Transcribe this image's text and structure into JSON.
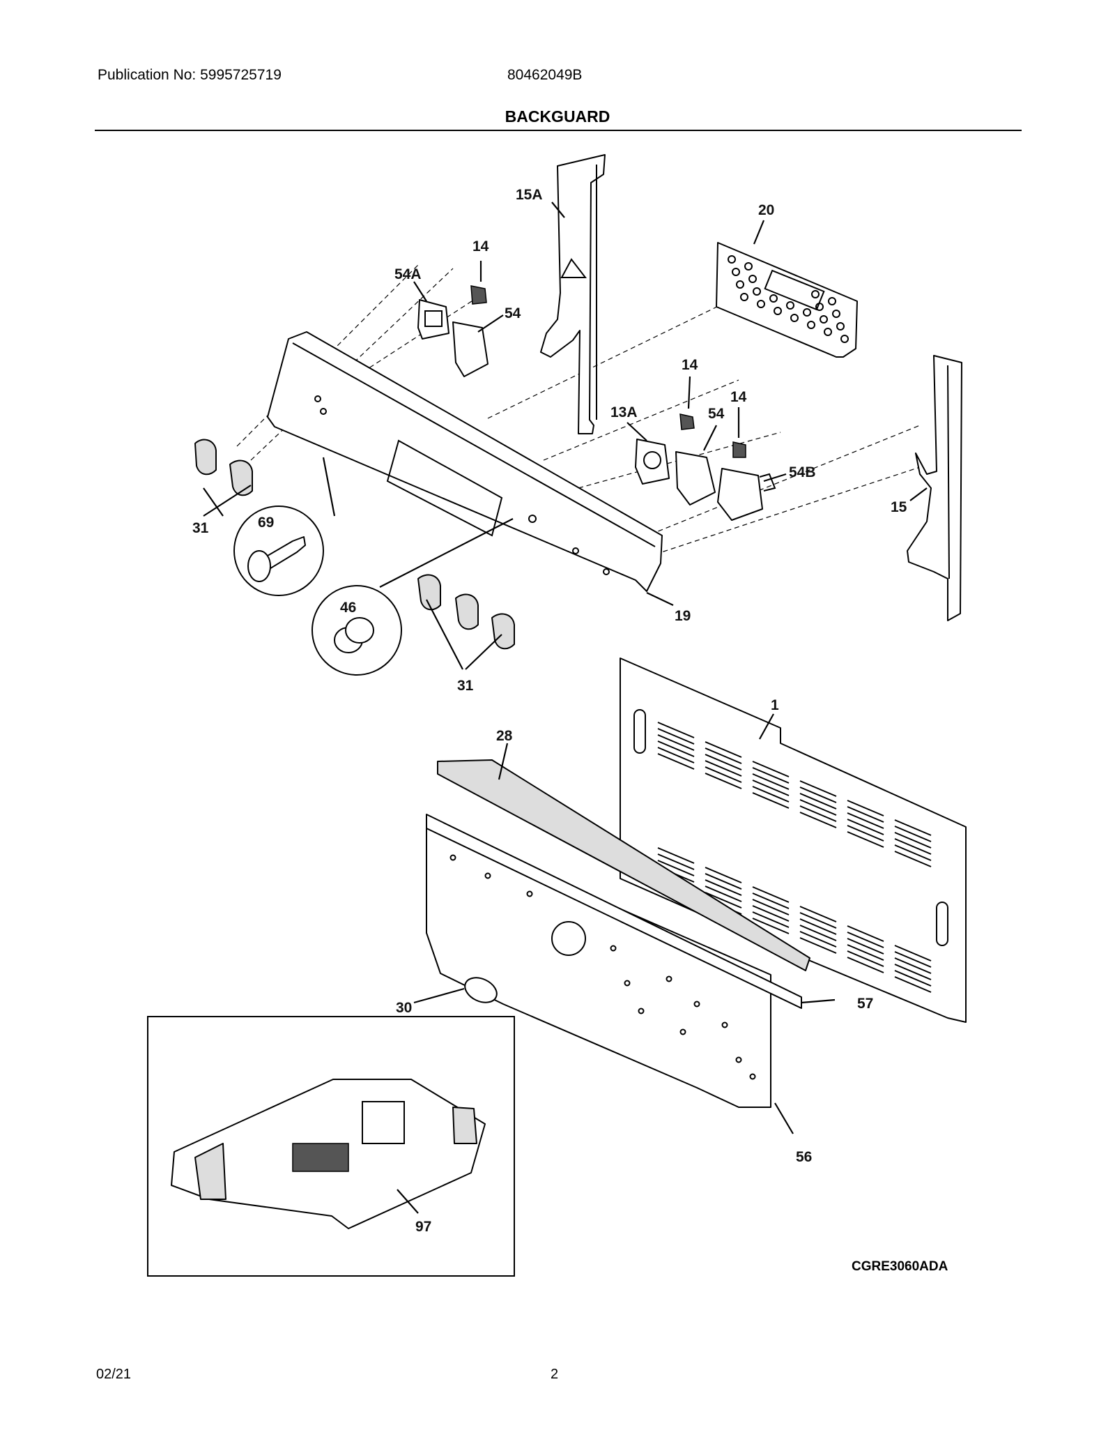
{
  "header": {
    "publication": "Publication No: 5995725719",
    "doc_number": "80462049B",
    "title": "BACKGUARD"
  },
  "callouts": {
    "c15a": "15A",
    "c14a": "14",
    "c54a": "54A",
    "c54_top": "54",
    "c20": "20",
    "c14b": "14",
    "c14c": "14",
    "c13a": "13A",
    "c54_mid": "54",
    "c54b": "54B",
    "c15": "15",
    "c69": "69",
    "c31_left": "31",
    "c46": "46",
    "c19": "19",
    "c31_bottom": "31",
    "c1": "1",
    "c28": "28",
    "c57": "57",
    "c30": "30",
    "c56": "56",
    "c97": "97"
  },
  "drawing_code": "CGRE3060ADA",
  "footer": {
    "date": "02/21",
    "page": "2"
  }
}
